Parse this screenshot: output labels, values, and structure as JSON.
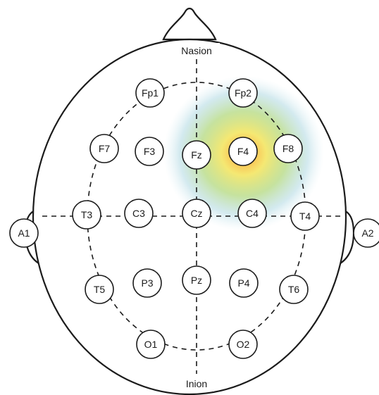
{
  "landmarks": {
    "top": "Nasion",
    "bottom": "Inion"
  },
  "heatmap": {
    "center_electrode": "F4",
    "colors": [
      "#ff9a2e",
      "#f3e45a",
      "#a7d36b",
      "#9ed0dc"
    ]
  },
  "electrodes": [
    {
      "id": "fp1",
      "label": "Fp1"
    },
    {
      "id": "fp2",
      "label": "Fp2"
    },
    {
      "id": "f7",
      "label": "F7"
    },
    {
      "id": "f3",
      "label": "F3"
    },
    {
      "id": "fz",
      "label": "Fz"
    },
    {
      "id": "f4",
      "label": "F4"
    },
    {
      "id": "f8",
      "label": "F8"
    },
    {
      "id": "a1",
      "label": "A1"
    },
    {
      "id": "t3",
      "label": "T3"
    },
    {
      "id": "c3",
      "label": "C3"
    },
    {
      "id": "cz",
      "label": "Cz"
    },
    {
      "id": "c4",
      "label": "C4"
    },
    {
      "id": "t4",
      "label": "T4"
    },
    {
      "id": "a2",
      "label": "A2"
    },
    {
      "id": "t5",
      "label": "T5"
    },
    {
      "id": "p3",
      "label": "P3"
    },
    {
      "id": "pz",
      "label": "Pz"
    },
    {
      "id": "p4",
      "label": "P4"
    },
    {
      "id": "t6",
      "label": "T6"
    },
    {
      "id": "o1",
      "label": "O1"
    },
    {
      "id": "o2",
      "label": "O2"
    }
  ]
}
